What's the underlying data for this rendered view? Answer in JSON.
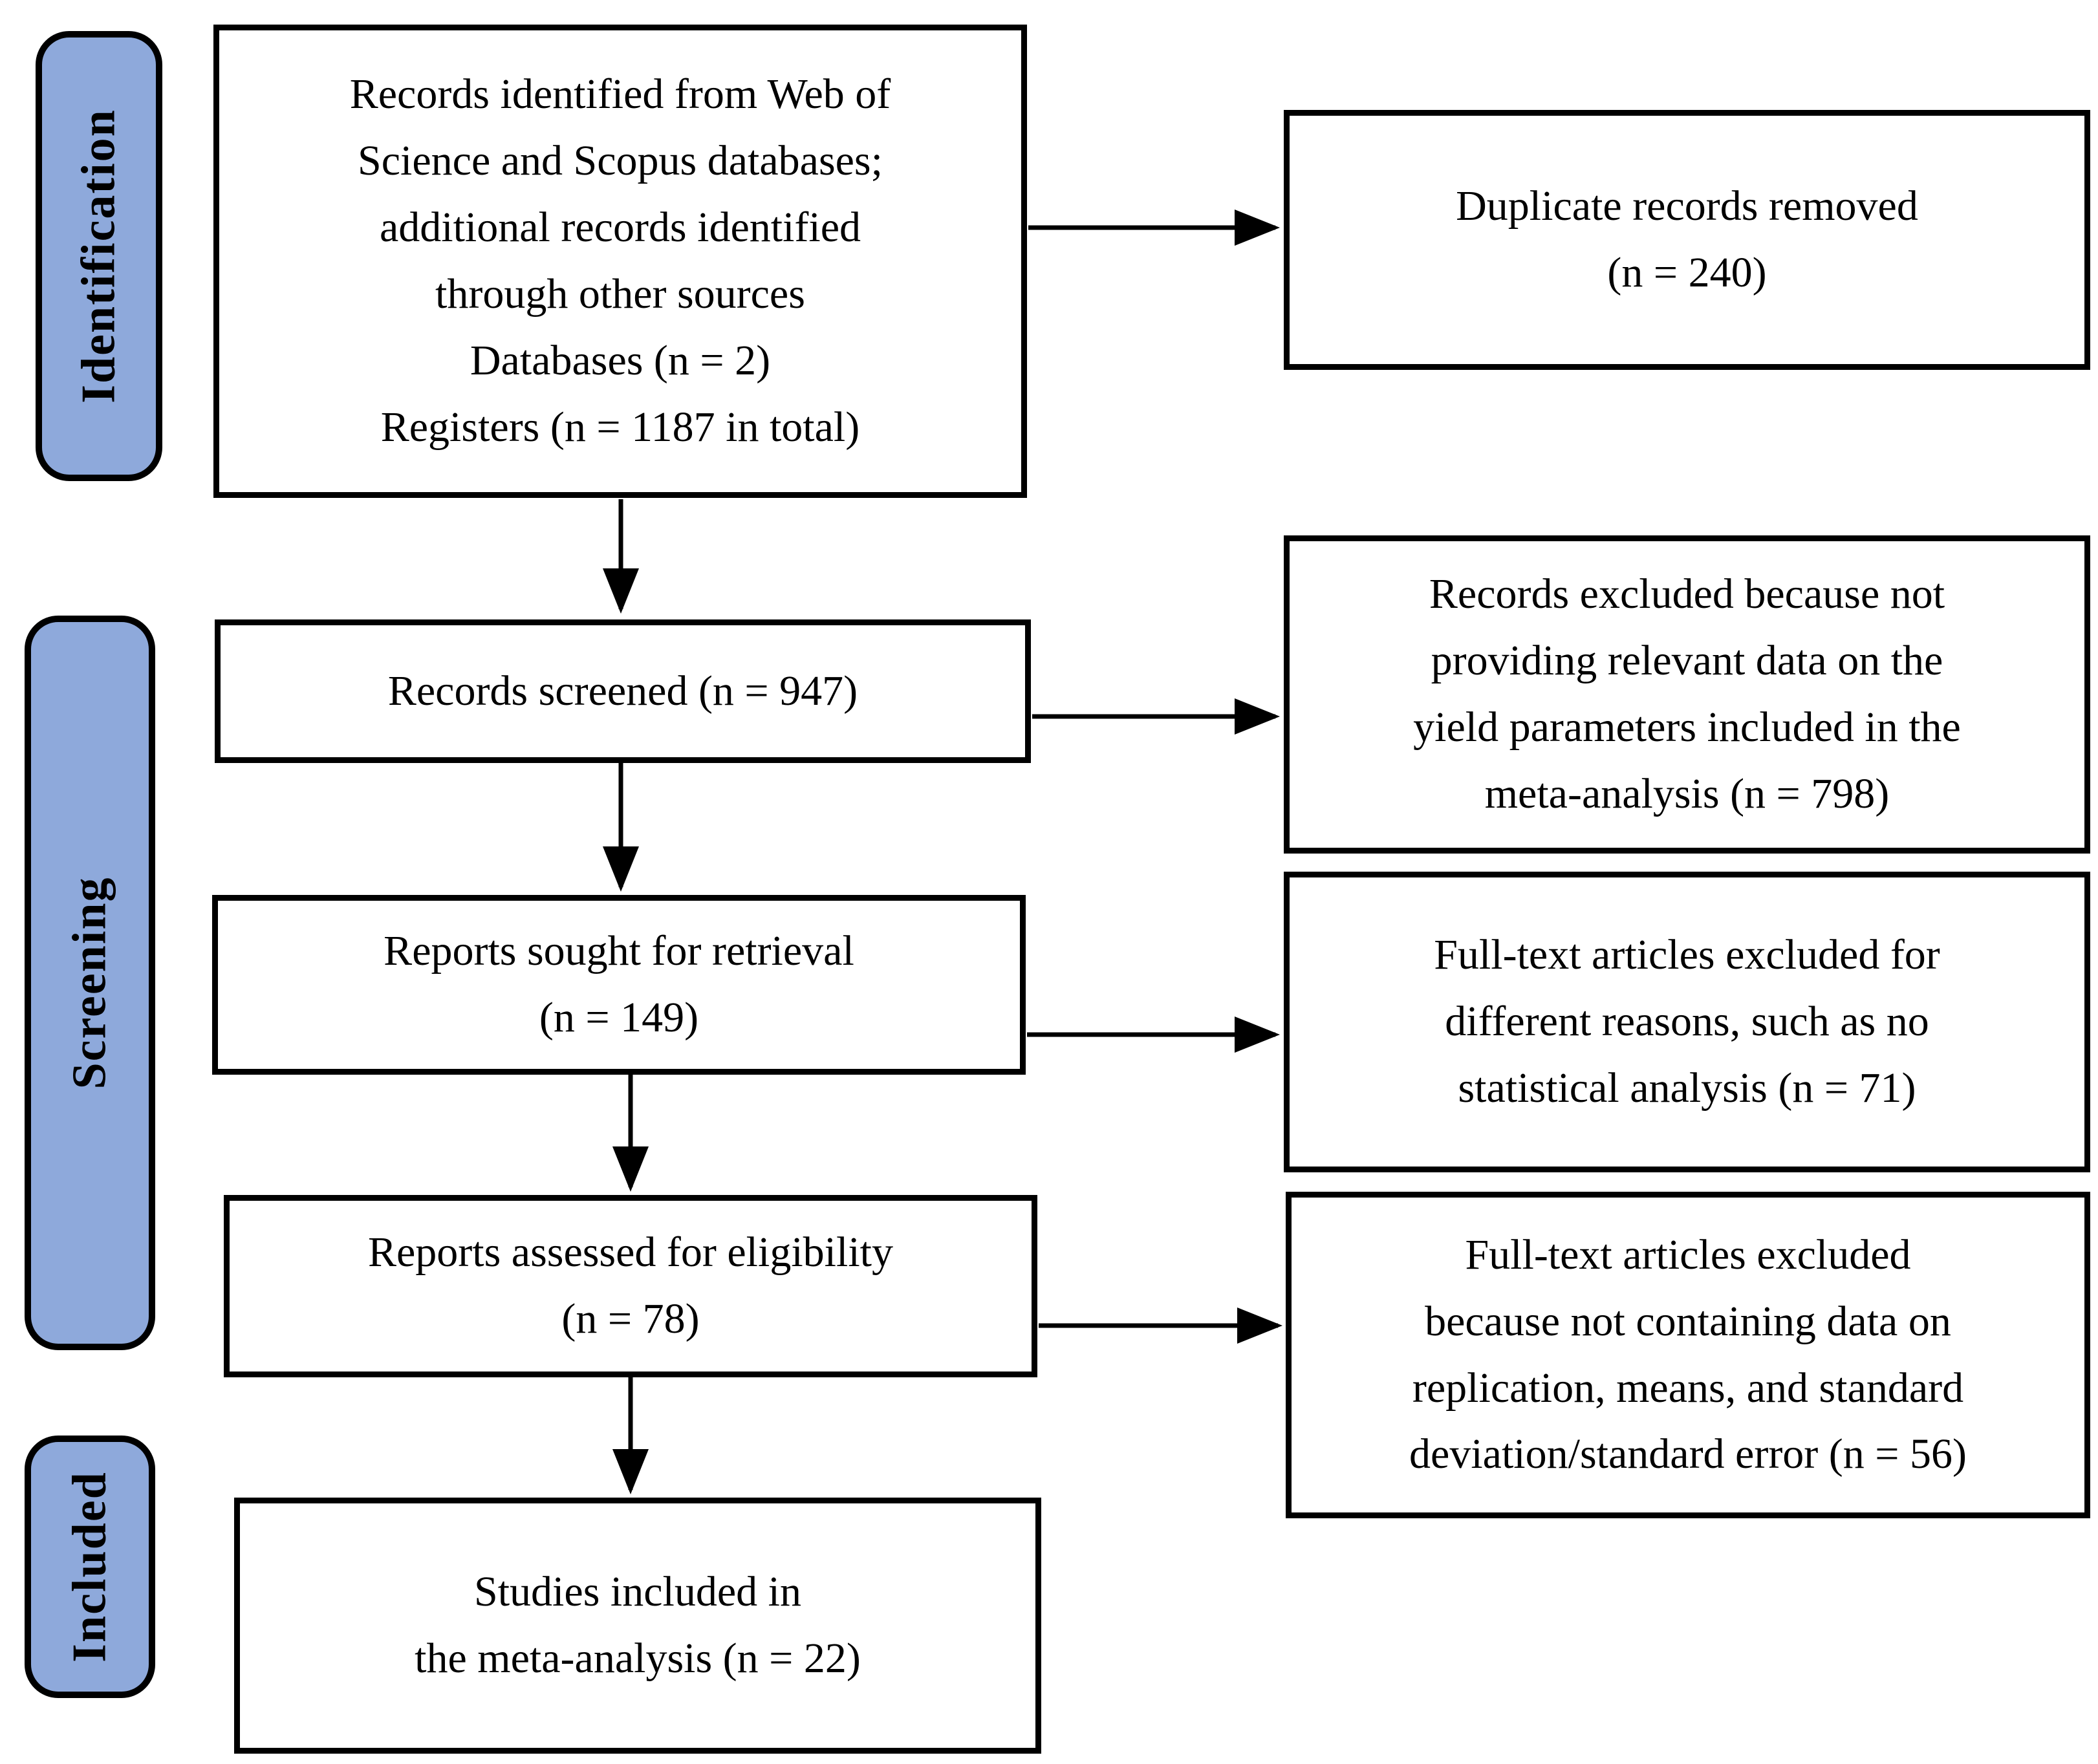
{
  "diagram": {
    "type": "prisma-flow",
    "stages": [
      {
        "id": "identification",
        "label": "Identification"
      },
      {
        "id": "screening",
        "label": "Screening"
      },
      {
        "id": "included",
        "label": "Included"
      }
    ],
    "main_boxes": [
      {
        "id": "records-identified",
        "n": 1187,
        "text": "Records identified from Web of\nScience and Scopus databases;\nadditional records identified\nthrough other sources\nDatabases (n = 2)\nRegisters (n = 1187 in total)"
      },
      {
        "id": "records-screened",
        "n": 947,
        "text": "Records screened (n = 947)"
      },
      {
        "id": "reports-sought",
        "n": 149,
        "text": "Reports sought for retrieval\n(n = 149)"
      },
      {
        "id": "reports-assessed",
        "n": 78,
        "text": "Reports assessed for eligibility\n(n = 78)"
      },
      {
        "id": "studies-included",
        "n": 22,
        "text": "Studies included in\nthe meta-analysis (n = 22)"
      }
    ],
    "exclusion_boxes": [
      {
        "id": "duplicates-removed",
        "n": 240,
        "text": "Duplicate records removed\n(n = 240)"
      },
      {
        "id": "records-excluded",
        "n": 798,
        "text": "Records excluded because not\nproviding relevant data on the\nyield parameters included in the\nmeta-analysis (n = 798)"
      },
      {
        "id": "fulltext-excluded-reasons",
        "n": 71,
        "text": "Full-text articles excluded for\ndifferent reasons, such as no\nstatistical analysis (n = 71)"
      },
      {
        "id": "fulltext-excluded-data",
        "n": 56,
        "text": "Full-text articles excluded\nbecause not containing data on\nreplication, means, and standard\ndeviation/standard error (n = 56)"
      }
    ],
    "colors": {
      "stage_fill": "#8EA9DB",
      "stage_border": "#000000",
      "box_fill": "#FFFFFF",
      "box_border": "#000000",
      "arrow": "#000000",
      "background": "#FFFFFF"
    }
  }
}
